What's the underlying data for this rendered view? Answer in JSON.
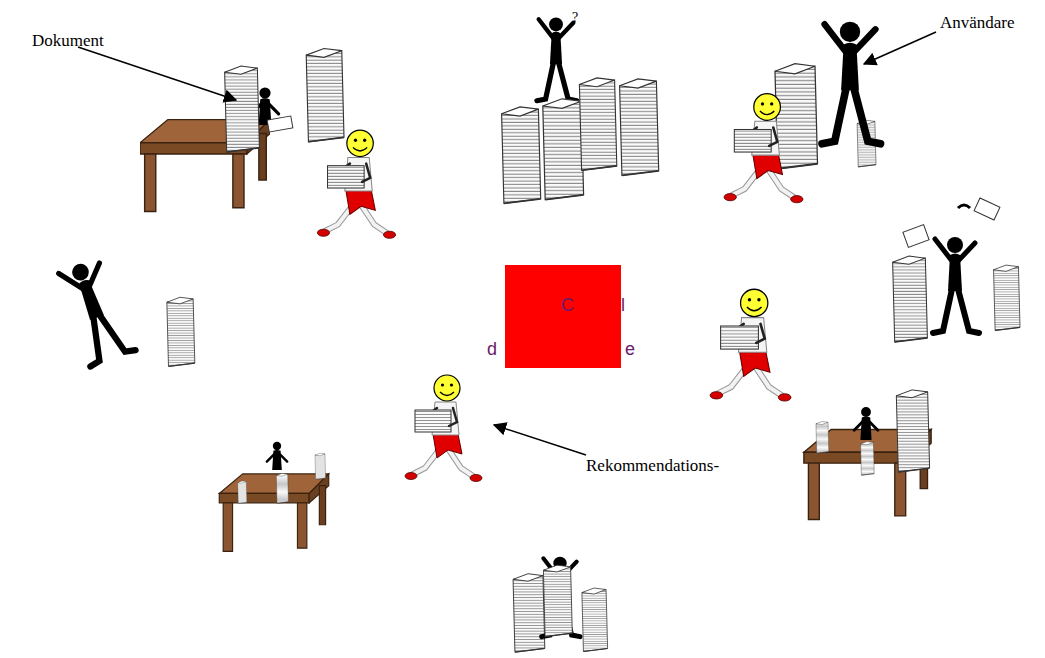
{
  "diagram": {
    "labels": [
      "Dokument",
      "Användare",
      "Rekommendations-",
      "C",
      "l",
      "d",
      "e"
    ]
  }
}
